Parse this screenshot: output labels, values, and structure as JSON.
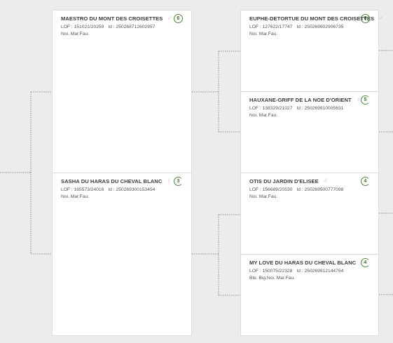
{
  "dogs": {
    "sire": {
      "name": "MAESTRO DU MONT DES CROISETTES",
      "sex_icon": "male-icon",
      "sex_glyph": "♂",
      "lof": "LOF : 151021/20259",
      "id": "Id : 250268712602957",
      "color": "Noi. Mar.Fau.",
      "badge": "6"
    },
    "dam": {
      "name": "SASHA DU HARAS DU CHEVAL BLANC",
      "sex_icon": "female-icon",
      "sex_glyph": "♀",
      "lof": "LOF : 165573/24016",
      "id": "Id : 250269300153454",
      "color": "Noi. Mar.Fau.",
      "badge": "3"
    },
    "sire_sire": {
      "name": "EUPHE-DETORTUE DU MONT DES CROISETTES",
      "sex_icon": "male-icon",
      "sex_glyph": "♂",
      "lof": "LOF : 127622/17747",
      "id": "Id : 250269602906735",
      "color": "Noi. Mar.Fau.",
      "badge": "6"
    },
    "sire_dam": {
      "name": "HAUXANE-GRIFF DE LA NOE D'ORIENT",
      "sex_icon": "female-icon",
      "sex_glyph": "♀",
      "lof": "LOF : 138329/21027",
      "id": "Id : 250269810005631",
      "color": "Noi. Mar.Fau.",
      "badge": "5"
    },
    "dam_sire": {
      "name": "OTIS DU JARDIN D'ELISEE",
      "sex_icon": "male-icon",
      "sex_glyph": "♂",
      "lof": "LOF : 156689/20530",
      "id": "Id : 250269500777098",
      "color": "Noi. Mar.Fau.",
      "badge": "4"
    },
    "dam_dam": {
      "name": "MY LOVE DU HARAS DU CHEVAL BLANC",
      "sex_icon": "female-icon",
      "sex_glyph": "♀",
      "lof": "LOF : 150075/22328",
      "id": "Id : 250269812144754",
      "color": "Ble. Big.Noi. Mar.Fau.",
      "badge": "4"
    }
  },
  "colors": {
    "badge_ring": "#4d8a3a",
    "card_bg": "#ffffff",
    "page_bg": "#ececec",
    "connector": "#888888"
  }
}
